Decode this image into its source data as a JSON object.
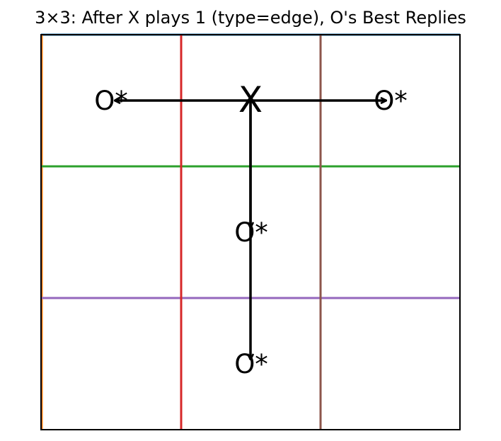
{
  "title": "3×3: After X plays 1 (type=edge), O's Best Replies",
  "board": {
    "rows": 3,
    "cols": 3,
    "line_colors": {
      "top": "#1f77b4",
      "left": "#ff7f0e",
      "row_1": "#2ca02c",
      "row_2": "#9467bd",
      "col_1": "#d62728",
      "col_2": "#8c564b",
      "frame": "#000000"
    }
  },
  "x_move": {
    "label": "X",
    "cell": 1
  },
  "o_replies": [
    {
      "label": "O*",
      "cell": 0
    },
    {
      "label": "O*",
      "cell": 2
    },
    {
      "label": "O*",
      "cell": 4
    },
    {
      "label": "O*",
      "cell": 7
    }
  ]
}
